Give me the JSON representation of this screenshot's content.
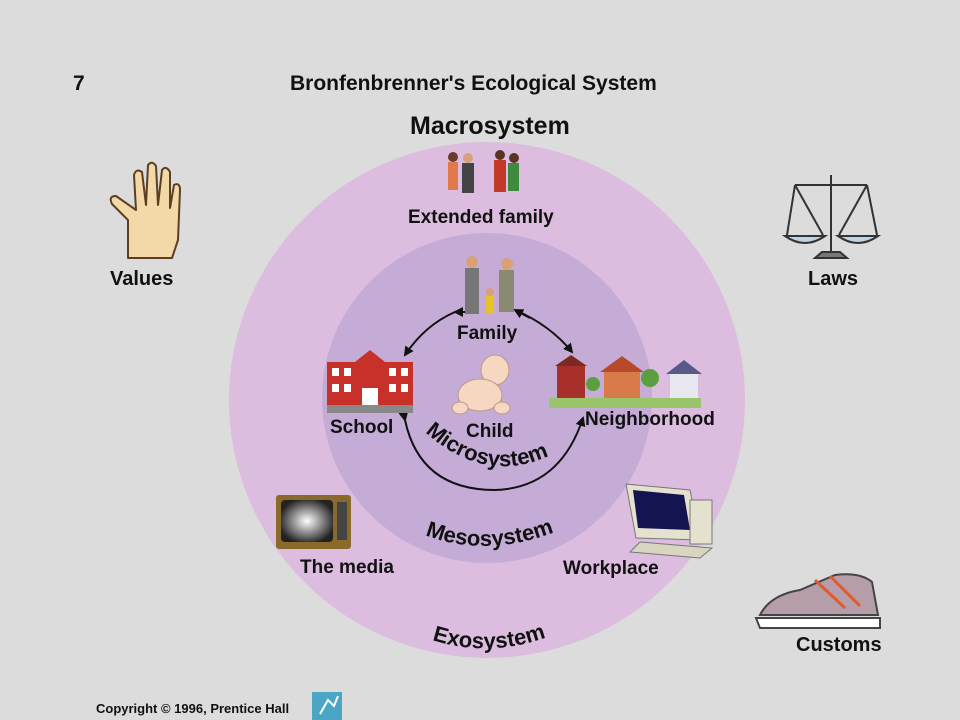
{
  "slide": {
    "number": "7",
    "title": "Bronfenbrenner's Ecological System",
    "copyright": "Copyright © 1996, Prentice Hall"
  },
  "systems": {
    "macrosystem": "Macrosystem",
    "exosystem": "Exosystem",
    "mesosystem": "Mesosystem",
    "microsystem": "Microsystem"
  },
  "nodes": {
    "extended_family": "Extended family",
    "family": "Family",
    "child": "Child",
    "school": "School",
    "neighborhood": "Neighborhood",
    "media": "The media",
    "workplace": "Workplace"
  },
  "outer": {
    "values": "Values",
    "laws": "Laws",
    "customs": "Customs"
  },
  "colors": {
    "background": "#dcdcdc",
    "outer_circle": "#dcbddf",
    "inner_circle": "#c5acd6"
  }
}
